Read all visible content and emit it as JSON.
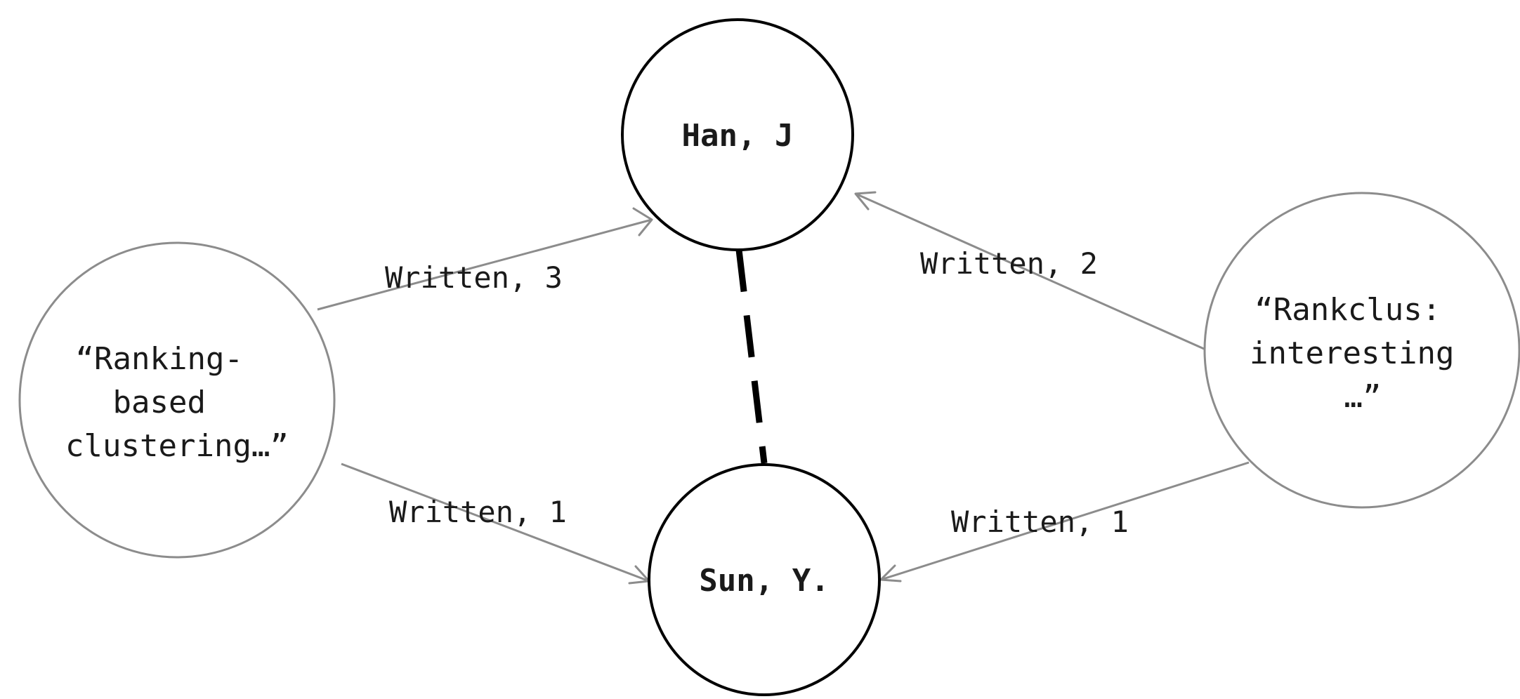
{
  "authors": {
    "han": {
      "label": "Han, J"
    },
    "sun": {
      "label": "Sun, Y."
    }
  },
  "papers": {
    "ranking_based": {
      "lines": [
        "“Ranking-",
        "based",
        "clustering…”"
      ]
    },
    "rankclus": {
      "lines": [
        "“Rankclus:",
        "interesting",
        "…”"
      ]
    }
  },
  "edges": {
    "ranking_to_han": {
      "label": "Written, 3"
    },
    "ranking_to_sun": {
      "label": "Written, 1"
    },
    "rankclus_to_han": {
      "label": "Written, 2"
    },
    "rankclus_to_sun": {
      "label": "Written, 1"
    }
  },
  "colors": {
    "author_stroke": "#000000",
    "paper_stroke": "#8c8c8c",
    "edge": "#8c8c8c",
    "coauthor_link": "#000000"
  }
}
